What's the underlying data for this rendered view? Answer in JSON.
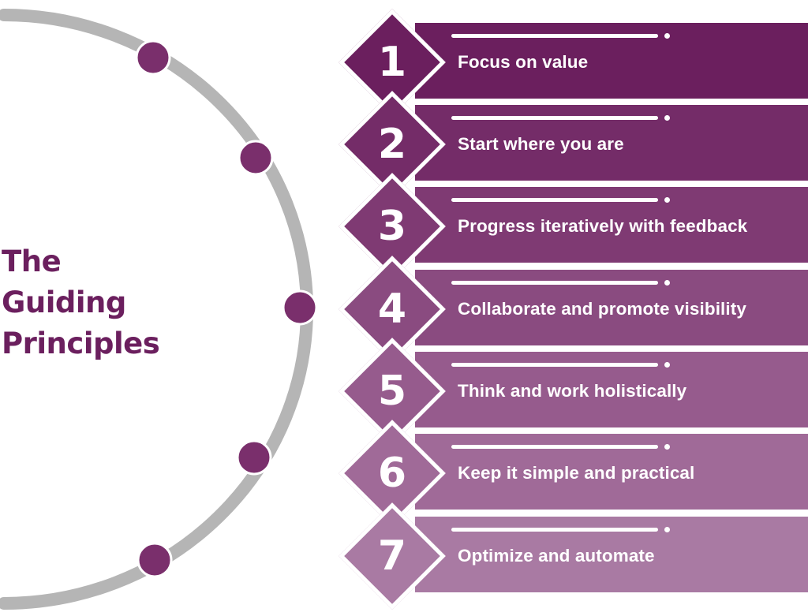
{
  "heading": {
    "lines": [
      "The",
      "Guiding",
      "Principles"
    ],
    "color": "#6b1f5e"
  },
  "arc": {
    "color": "#b5b5b5",
    "node_color": "#7a2f6c"
  },
  "principles": [
    {
      "number": "1",
      "label": "Focus on value",
      "color": "#6b1f5e"
    },
    {
      "number": "2",
      "label": "Start where you are",
      "color": "#742c68"
    },
    {
      "number": "3",
      "label": "Progress iteratively with feedback",
      "color": "#7f3a73"
    },
    {
      "number": "4",
      "label": "Collaborate and promote visibility",
      "color": "#8a4b80"
    },
    {
      "number": "5",
      "label": "Think and work holistically",
      "color": "#965b8d"
    },
    {
      "number": "6",
      "label": "Keep it simple and practical",
      "color": "#a06a98"
    },
    {
      "number": "7",
      "label": "Optimize and automate",
      "color": "#a97aa3"
    }
  ]
}
